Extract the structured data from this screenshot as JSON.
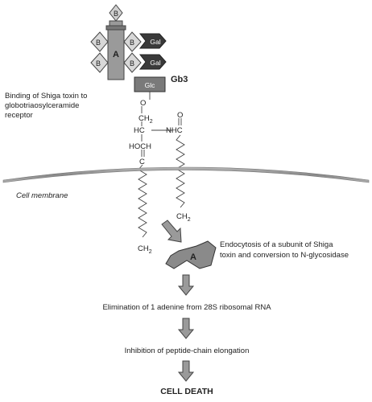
{
  "toxin": {
    "subunit_a": "A",
    "subunit_b": "B",
    "sugar_gal": "Gal",
    "sugar_glc": "Glc",
    "receptor": "Gb3"
  },
  "labels": {
    "binding": [
      "Binding of Shiga toxin to",
      "globotriaosylceramide",
      "receptor"
    ],
    "membrane": "Cell membrane",
    "endocytosis": [
      "Endocytosis of a subunit of Shiga",
      "toxin and conversion to N-glycosidase"
    ],
    "adenine": "Elimination of 1 adenine from 28S ribosomal RNA",
    "inhibition": "Inhibition of peptide-chain elongation",
    "death": "CELL DEATH"
  },
  "chem": {
    "o": "O",
    "ch2_a": "CH",
    "ch2_a_sub": "2",
    "hc": "HC",
    "nh": "NHC",
    "o2": "O",
    "hoch": "HOCH",
    "c": "C",
    "ch2_b": "CH",
    "ch2_b_sub": "2",
    "ch2_c": "CH",
    "ch2_c_sub": "2"
  },
  "colors": {
    "dark": "#3a3a3a",
    "mid": "#8c8c8c",
    "light": "#c4c4c4",
    "membrane": "#9a9a9a"
  }
}
